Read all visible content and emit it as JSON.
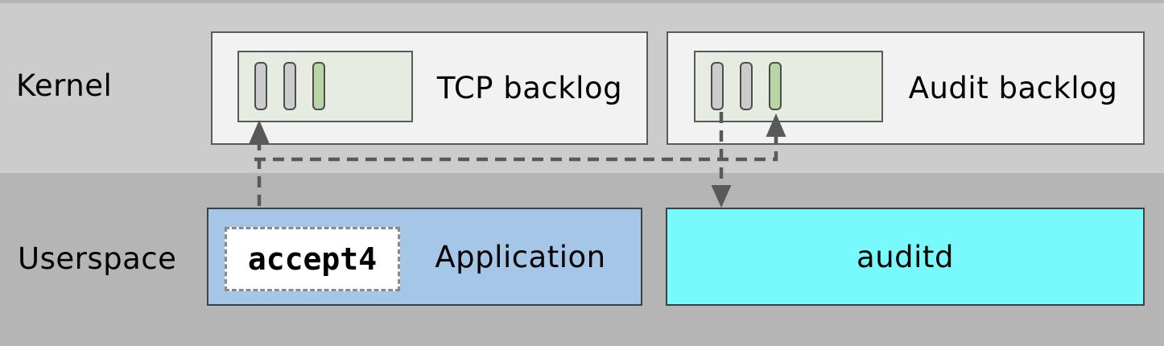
{
  "labels": {
    "kernel": "Kernel",
    "userspace": "Userspace"
  },
  "tcp_backlog": {
    "label": "TCP backlog",
    "slots": [
      "gray",
      "gray",
      "green"
    ]
  },
  "audit_backlog": {
    "label": "Audit backlog",
    "slots": [
      "gray",
      "gray",
      "green"
    ]
  },
  "application": {
    "label": "Application",
    "syscall_label": "accept4"
  },
  "auditd": {
    "label": "auditd"
  },
  "arrows": [
    {
      "name": "accept4-to-tcp-backlog",
      "from": "application.accept4",
      "to": "tcp_backlog.slot1",
      "style": "dashed",
      "direction": "up"
    },
    {
      "name": "accept4-to-audit-backlog",
      "from": "application.accept4",
      "to": "audit_backlog.slot3",
      "style": "dashed",
      "direction": "up"
    },
    {
      "name": "audit-backlog-to-auditd",
      "from": "audit_backlog.slot1",
      "to": "auditd",
      "style": "dashed",
      "direction": "down"
    }
  ],
  "colors": {
    "kernel_band": "#cccccc",
    "userspace_band": "#b5b5b5",
    "backlog_box": "#f2f2f2",
    "queue_box": "#e6ece1",
    "slot_gray": "#cccccc",
    "slot_green": "#b7d5a5",
    "application_box": "#a6c6e7",
    "auditd_box": "#78fafc",
    "syscall_box": "#ffffff",
    "arrow": "#595959",
    "text": "#000000"
  }
}
